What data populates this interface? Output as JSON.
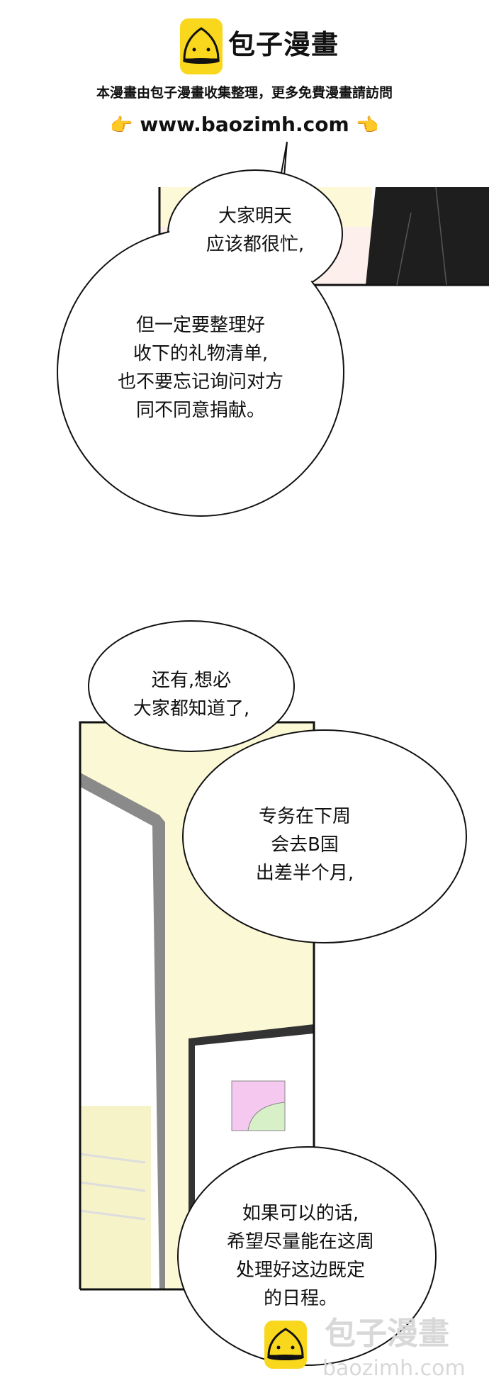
{
  "header": {
    "brand": "包子漫畫",
    "notice": "本漫畫由包子漫畫收集整理，更多免費漫畫請訪問",
    "url": "www.baozimh.com",
    "hand_left": "👉",
    "hand_right": "👈",
    "brand_color": "#f9d71c"
  },
  "bubbles": [
    {
      "text": "大家明天\n应该都很忙,"
    },
    {
      "text": "但一定要整理好\n收下的礼物清单,\n也不要忘记询问对方\n同不同意捐献。"
    },
    {
      "text": "还有,想必\n大家都知道了,"
    },
    {
      "text": "专务在下周\n会去B国\n出差半个月,"
    },
    {
      "text": "如果可以的话,\n希望尽量能在这周\n处理好这边既定\n的日程。"
    }
  ],
  "watermark": {
    "brand": "包子漫畫",
    "url": "baozimh.com"
  }
}
